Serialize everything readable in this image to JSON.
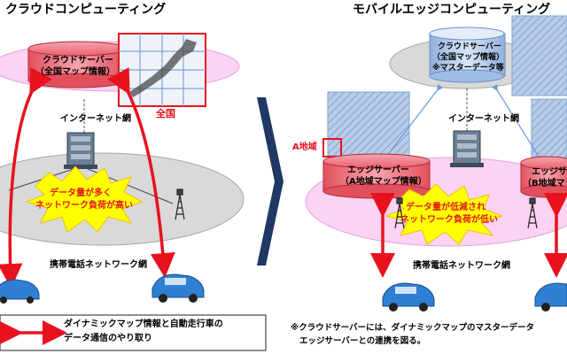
{
  "left": {
    "title": "クラウドコンピューティング",
    "cloud_server": {
      "line1": "クラウドサーバー",
      "line2": "（全国マップ情報）"
    },
    "map_label": "全国",
    "internet": "インターネット網",
    "burst": {
      "line1": "データ量が多く",
      "line2": "ネットワーク負荷が高い"
    },
    "mobile_net": "携帯電話ネットワーク網"
  },
  "right": {
    "title": "モバイルエッジコンピューティング",
    "cloud_server": {
      "line1": "クラウドサーバー",
      "line2": "（全国マップ情報）",
      "line3": "※マスターデータ等"
    },
    "internet": "インターネット網",
    "region_label": "A地域",
    "edge_server_a": {
      "line1": "エッジサーバー",
      "line2": "（A地域マップ情報）"
    },
    "edge_server_b": {
      "line1": "エッジサ",
      "line2": "（B地域マッ"
    },
    "burst": {
      "line1": "データ量が低減され",
      "line2": "ネットワーク負荷が低い"
    },
    "mobile_net": "携帯電話ネットワーク網"
  },
  "legend": {
    "line1": "ダイナミックマップ情報と自動走行車の",
    "line2": "データ通信のやり取り"
  },
  "note": {
    "line1": "※クラウドサーバーには、ダイナミックマップのマスターデータ",
    "line2": "エッジサーバーとの連携を図る。"
  },
  "colors": {
    "red": "#e8121f",
    "pink": "#fbd3f3",
    "gray_ellipse": "#d9d9d9",
    "burst_fill": "#ffff00",
    "burst_text": "#e41a1a",
    "map_blue": "#7fa4d6",
    "chevron": "#1f3864",
    "car_blue": "#2f7fd3"
  },
  "icons": [
    "server-tower-icon",
    "cell-tower-icon",
    "car-icon",
    "double-arrow-icon",
    "chevron-right-icon",
    "japan-map-icon"
  ]
}
